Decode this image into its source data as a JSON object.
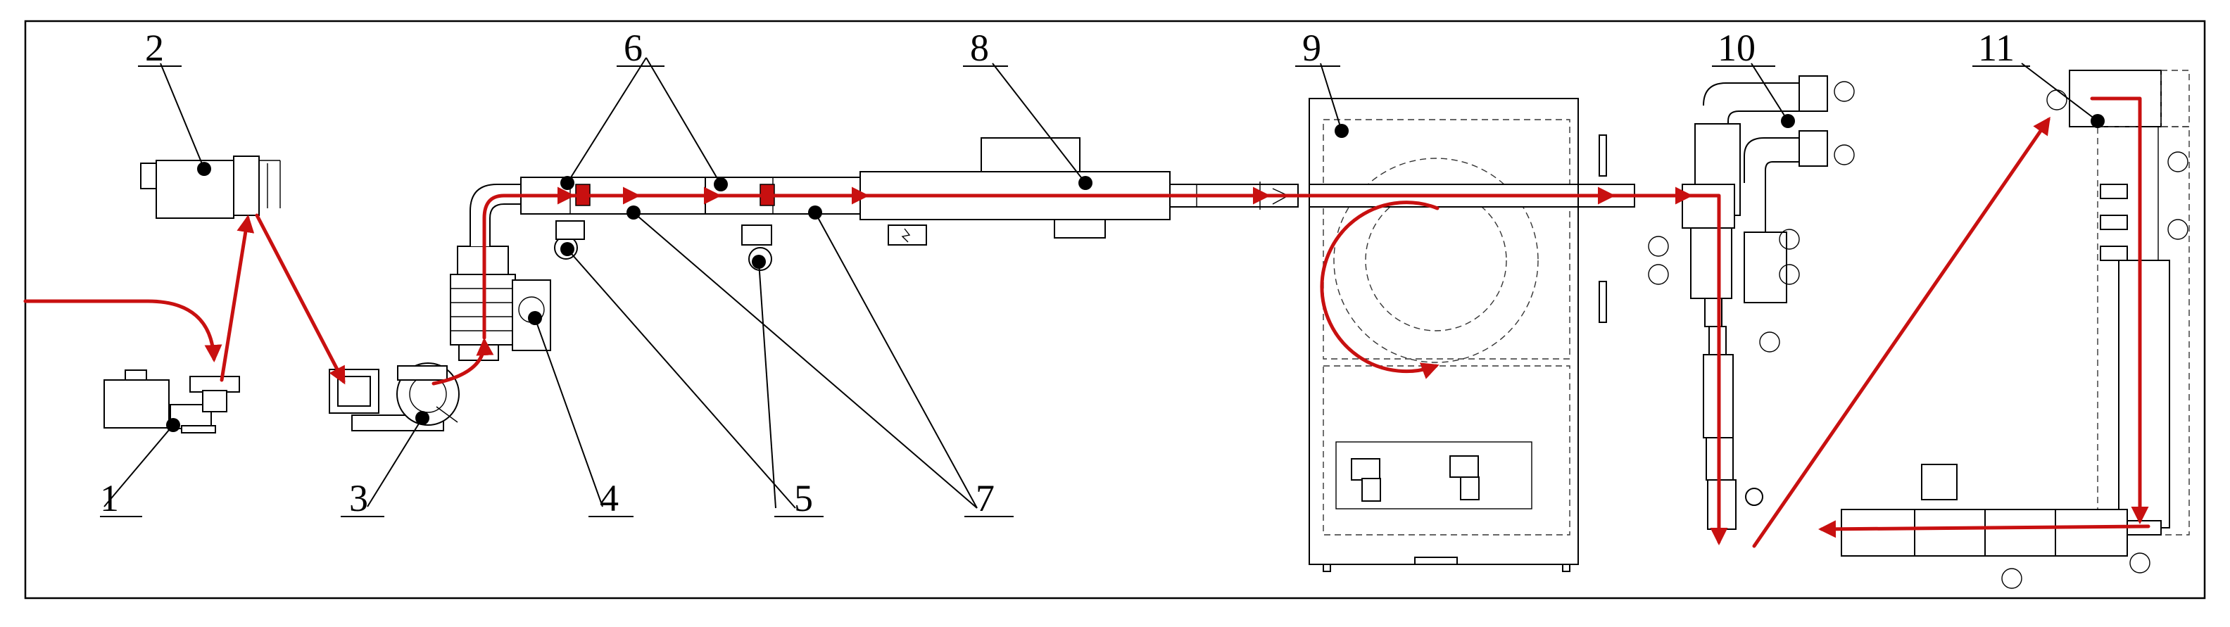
{
  "labels": [
    "1",
    "2",
    "3",
    "4",
    "5",
    "6",
    "7",
    "8",
    "9",
    "10",
    "11"
  ],
  "colors": {
    "flow": "#c81010",
    "line": "#000000",
    "background": "#ffffff"
  }
}
